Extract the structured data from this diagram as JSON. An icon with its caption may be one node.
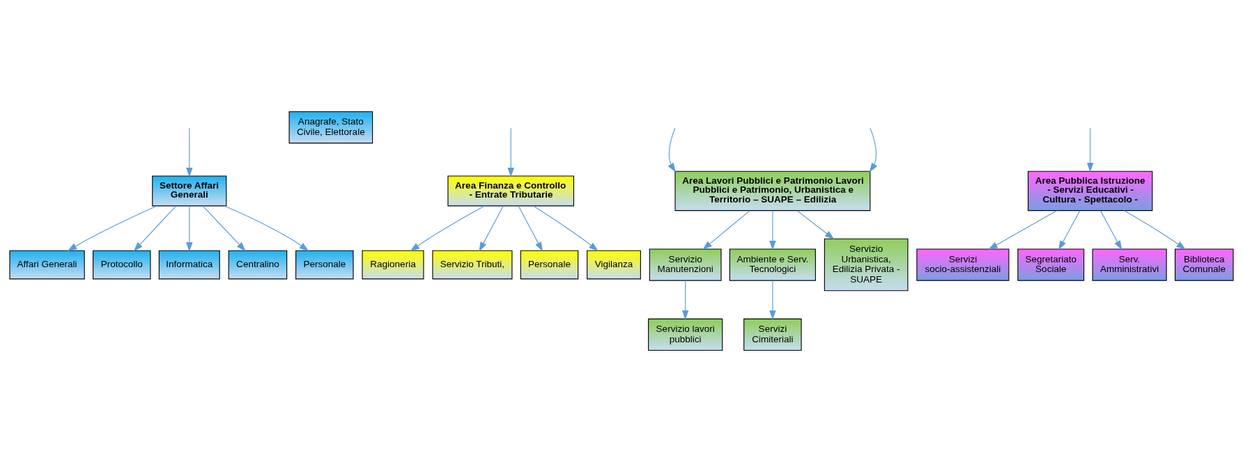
{
  "diagram": {
    "nodes": [
      {
        "text": [
          "Settore Affari Generali"
        ]
      },
      {
        "text": [
          "Affari Generali"
        ]
      },
      {
        "text": [
          "Protocollo"
        ]
      },
      {
        "text": [
          "Informatica"
        ]
      },
      {
        "text": [
          "Centralino"
        ]
      },
      {
        "text": [
          "Personale"
        ]
      },
      {
        "text": [
          "Anagrafe, Stato Civile, Elettorale"
        ]
      },
      {
        "text": [
          "Area Finanza e Controllo - Entrate Tributarie"
        ]
      },
      {
        "text": [
          "Ragioneria"
        ]
      },
      {
        "text": [
          "Servizio Tributi,"
        ]
      },
      {
        "text": [
          "Personale"
        ]
      },
      {
        "text": [
          "Vigilanza"
        ]
      },
      {
        "text": [
          "Area Lavori Pubblici e Patrimonio Lavori Pubblici e Patrimonio, Urbanistica e Territorio – SUAPE – Edilizia"
        ]
      },
      {
        "text": [
          "Servizio Manutenzioni"
        ]
      },
      {
        "text": [
          "Servizio lavori pubblici"
        ]
      },
      {
        "text": [
          "Ambiente e Serv. Tecnologici"
        ]
      },
      {
        "text": [
          "Servizi Cimiteriali"
        ]
      },
      {
        "text": [
          "Servizio Urbanistica, Edilizia Privata - SUAPE"
        ]
      },
      {
        "text": [
          "Area Pubblica Istruzione - Servizi Educativi - Cultura - Spettacolo -"
        ]
      },
      {
        "text": [
          "Servizi socio-assistenziali"
        ]
      },
      {
        "text": [
          "Segretariato Sociale"
        ]
      },
      {
        "text": [
          "Serv. Amministrativi"
        ]
      },
      {
        "text": [
          "Biblioteca Comunale"
        ]
      }
    ],
    "edges": [
      {
        "from": null,
        "to": 0,
        "arrow": "to"
      },
      {
        "from": null,
        "to": 7,
        "arrow": "to"
      },
      {
        "from": null,
        "to": 12,
        "arrow": "to"
      },
      {
        "from": null,
        "to": 12,
        "arrow": "to"
      },
      {
        "from": null,
        "to": 18,
        "arrow": "to"
      },
      {
        "from": 0,
        "to": 1,
        "arrow": "to"
      },
      {
        "from": 0,
        "to": 2,
        "arrow": "to"
      },
      {
        "from": 0,
        "to": 3,
        "arrow": "to"
      },
      {
        "from": 0,
        "to": 4,
        "arrow": "to"
      },
      {
        "from": 0,
        "to": 5,
        "arrow": "to"
      },
      {
        "from": 7,
        "to": 8,
        "arrow": "to"
      },
      {
        "from": 7,
        "to": 9,
        "arrow": "to"
      },
      {
        "from": 7,
        "to": 10,
        "arrow": "to"
      },
      {
        "from": 7,
        "to": 11,
        "arrow": "to"
      },
      {
        "from": 12,
        "to": 13,
        "arrow": "to"
      },
      {
        "from": 12,
        "to": 15,
        "arrow": "to"
      },
      {
        "from": 12,
        "to": 17,
        "arrow": "to"
      },
      {
        "from": 13,
        "to": 14,
        "arrow": "to"
      },
      {
        "from": 15,
        "to": 16,
        "arrow": "to"
      },
      {
        "from": 18,
        "to": 19,
        "arrow": "to"
      },
      {
        "from": 18,
        "to": 20,
        "arrow": "to"
      },
      {
        "from": 18,
        "to": 21,
        "arrow": "to"
      },
      {
        "from": 18,
        "to": 22,
        "arrow": "to"
      }
    ]
  }
}
